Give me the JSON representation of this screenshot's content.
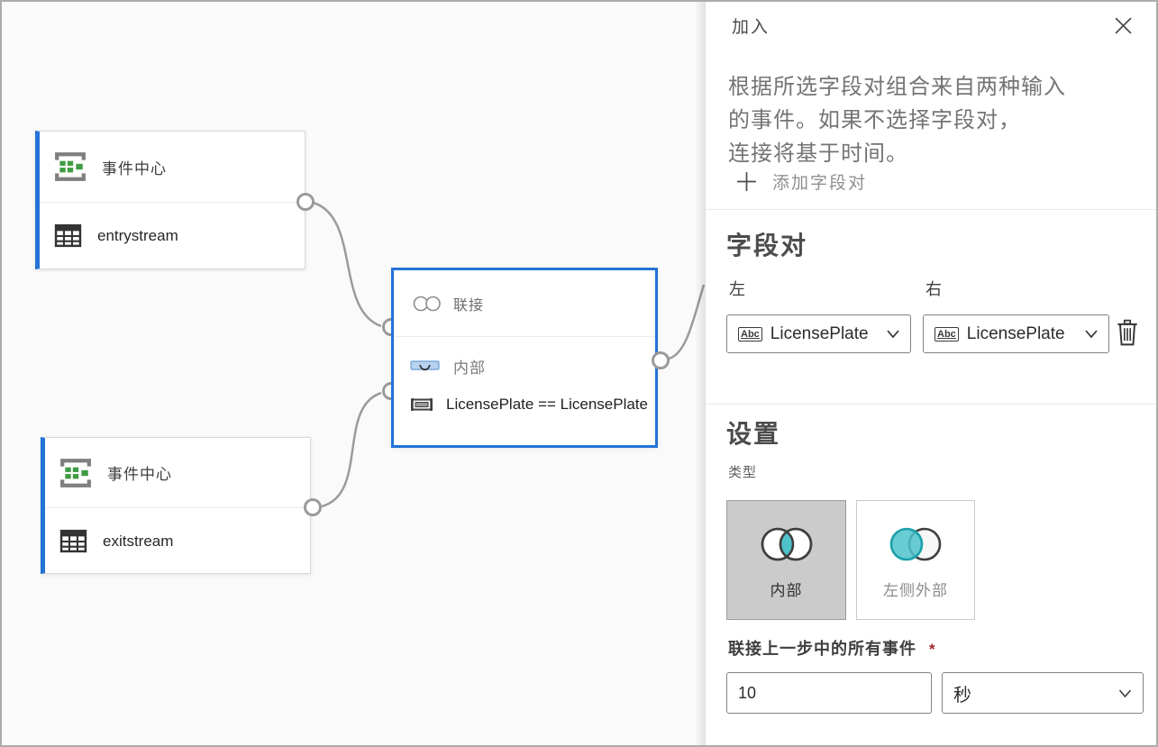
{
  "canvas": {
    "nodes": [
      {
        "title": "事件中心",
        "subtitle": "entrystream"
      },
      {
        "title": "事件中心",
        "subtitle": "exitstream"
      }
    ],
    "join_node": {
      "title": "联接",
      "join_type": "内部",
      "condition": "LicensePlate == LicensePlate"
    }
  },
  "panel": {
    "title": "加入",
    "description_lines": {
      "l1": "根据所选字段对组合来自两种输入",
      "l2": "的事件。如果不选择字段对，",
      "l3": "连接将基于时间。"
    },
    "add_field_pair_label": "添加字段对",
    "field_pair": {
      "heading": "字段对",
      "left_label": "左",
      "right_label": "右",
      "left_value": "LicensePlate",
      "right_value": "LicensePlate",
      "type_badge": "Abc"
    },
    "settings": {
      "heading": "设置",
      "type_label": "类型",
      "options": [
        {
          "label": "内部",
          "selected": true
        },
        {
          "label": "左侧外部",
          "selected": false
        }
      ]
    },
    "join_window": {
      "label": "联接上一步中的所有事件",
      "required_mark": "*",
      "value": "10",
      "unit": "秒"
    }
  },
  "colors": {
    "accent_blue": "#2473d6",
    "teal_fill": "#4ec3ca",
    "teal_stroke": "#1ba0ab",
    "connector_gray": "#9b9b9b",
    "required_red": "#a4262c",
    "selected_tile_bg": "#cbcbcb"
  }
}
